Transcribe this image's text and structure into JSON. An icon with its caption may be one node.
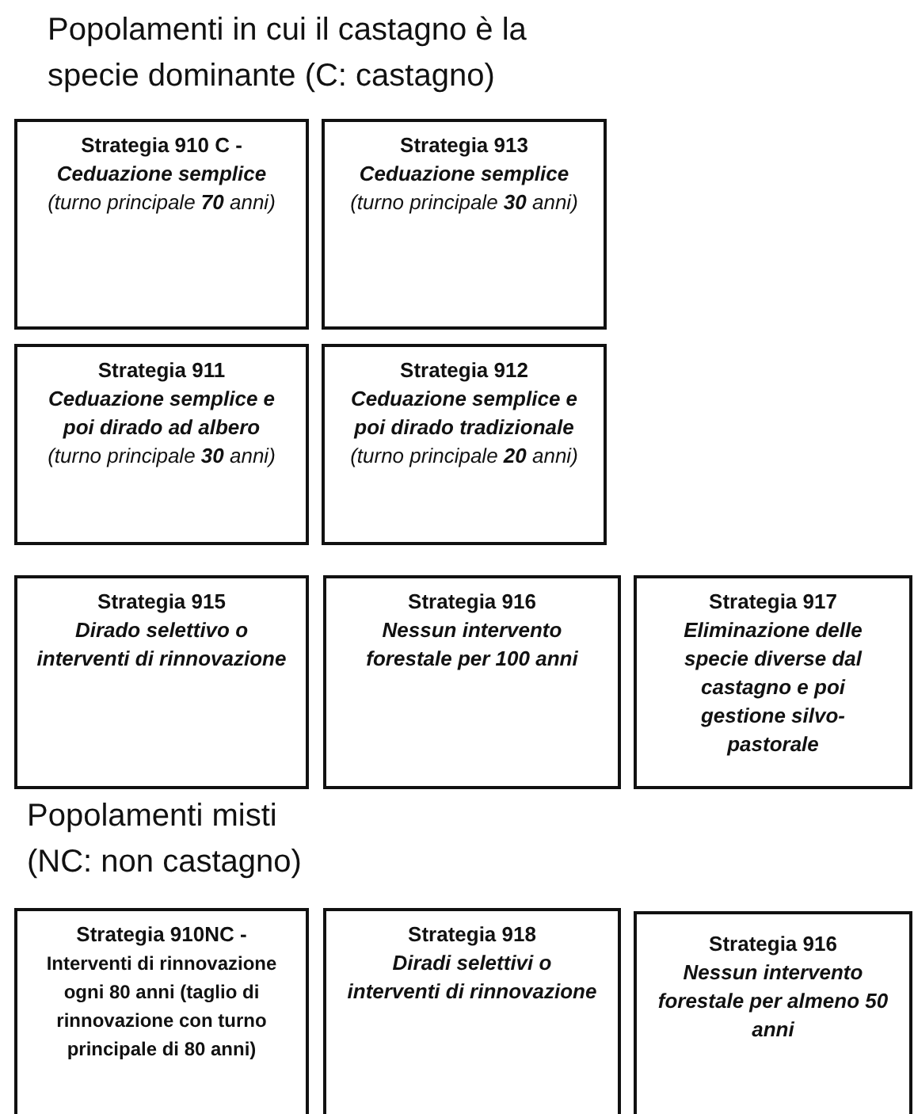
{
  "diagram": {
    "nodes": [
      {
        "text": [
          "Strategia 910 C -",
          "Ceduazione semplice",
          "(turno principale **70** anni)"
        ]
      },
      {
        "text": [
          "Strategia 913",
          "Ceduazione semplice",
          "(turno principale **30** anni)"
        ]
      },
      {
        "text": [
          "Strategia 911",
          "Ceduazione semplice e poi dirado ad albero",
          "(turno principale **30** anni)"
        ]
      },
      {
        "text": [
          "Strategia 912",
          "Ceduazione semplice e poi dirado tradizionale",
          "(turno principale **20** anni)"
        ]
      },
      {
        "text": [
          "Strategia 915",
          "Dirado selettivo o interventi di rinnovazione"
        ]
      },
      {
        "text": [
          "Strategia 916",
          "Nessun intervento forestale per 100 anni"
        ]
      },
      {
        "text": [
          "Strategia 917",
          "Eliminazione delle specie diverse dal castagno e poi gestione silvo-pastorale"
        ]
      },
      {
        "text": [
          "Strategia 910NC -",
          "Interventi di rinnovazione ogni 80 anni (taglio di rinnovazione con turno principale di 80 anni)"
        ]
      },
      {
        "text": [
          "Strategia 918",
          "Diradi selettivi o interventi di rinnovazione"
        ]
      },
      {
        "text": [
          "Strategia 916",
          "Nessun intervento forestale per almeno 50 anni"
        ]
      }
    ],
    "labels": [
      "Popolamenti in cui il castagno è la specie dominante (C: castagno)",
      "Popolamenti misti (NC: non castagno)"
    ]
  }
}
